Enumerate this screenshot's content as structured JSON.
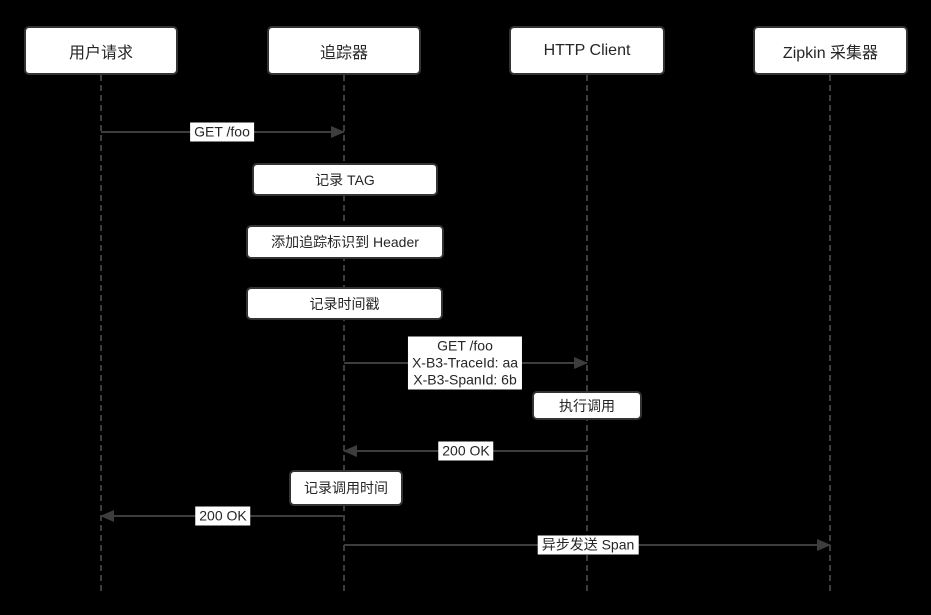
{
  "diagram": {
    "type": "sequence-diagram",
    "actors": [
      {
        "label": "用户请求"
      },
      {
        "label": "追踪器"
      },
      {
        "label": "HTTP Client"
      },
      {
        "label": "Zipkin 采集器"
      }
    ],
    "messages": [
      {
        "from": "用户请求",
        "to": "追踪器",
        "direction": "right",
        "label": "GET /foo"
      },
      {
        "from": "追踪器",
        "to": "HTTP Client",
        "direction": "right",
        "label_lines": [
          "GET /foo",
          "X-B3-TraceId: aa",
          "X-B3-SpanId: 6b"
        ]
      },
      {
        "from": "HTTP Client",
        "to": "追踪器",
        "direction": "left",
        "label": "200 OK"
      },
      {
        "from": "追踪器",
        "to": "用户请求",
        "direction": "left",
        "label": "200 OK"
      },
      {
        "from": "追踪器",
        "to": "Zipkin 采集器",
        "direction": "right",
        "label": "异步发送 Span"
      }
    ],
    "self_actions": [
      {
        "actor": "追踪器",
        "label": "记录 TAG"
      },
      {
        "actor": "追踪器",
        "label": "添加追踪标识到 Header"
      },
      {
        "actor": "追踪器",
        "label": "记录时间戳"
      },
      {
        "actor": "HTTP Client",
        "label": "执行调用"
      },
      {
        "actor": "追踪器",
        "label": "记录调用时间"
      }
    ],
    "colors": {
      "background": "#000000",
      "box_fill": "#ffffff",
      "box_border": "#333333",
      "line": "#3d3d3d",
      "text": "#262626"
    }
  }
}
